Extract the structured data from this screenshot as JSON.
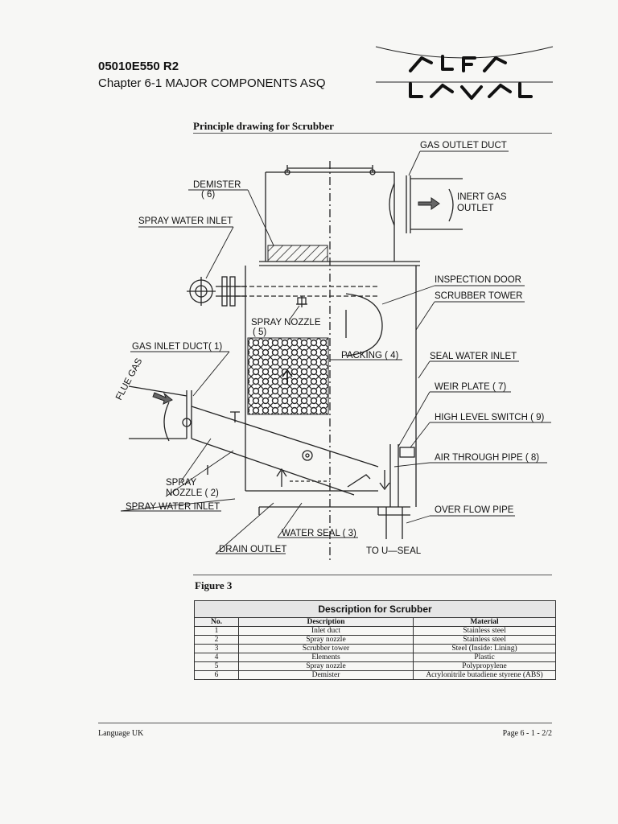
{
  "header": {
    "doc_id": "05010E550 R2",
    "chapter": "Chapter 6-1 MAJOR COMPONENTS ASQ",
    "logo_text": "ALFA LAVAL"
  },
  "drawing": {
    "title": "Principle drawing for Scrubber",
    "labels": {
      "gas_outlet_duct": "GAS OUTLET DUCT",
      "demister": "DEMISTER",
      "demister_no": "( 6)",
      "inert_gas": "INERT GAS",
      "outlet": "OUTLET",
      "spray_water_inlet_top": "SPRAY WATER INLET",
      "inspection_door": "INSPECTION DOOR",
      "scrubber_tower": "SCRUBBER TOWER",
      "spray_nozzle": "SPRAY NOZZLE",
      "spray_nozzle_no": "( 5)",
      "gas_inlet_duct": "GAS INLET DUCT( 1)",
      "packing": "PACKING ( 4)",
      "seal_water_inlet": "SEAL WATER INLET",
      "flue_gas": "FLUE GAS",
      "weir_plate": "WEIR PLATE ( 7)",
      "high_level_switch": "HIGH LEVEL SWITCH ( 9)",
      "air_through_pipe": "AIR THROUGH PIPE ( 8)",
      "spray": "SPRAY",
      "nozzle_2": "NOZZLE ( 2)",
      "spray_water_inlet_bottom": "SPRAY WATER INLET",
      "over_flow_pipe": "OVER FLOW PIPE",
      "water_seal": "WATER SEAL ( 3)",
      "drain_outlet": "DRAIN OUTLET",
      "to_u_seal": "TO U—SEAL"
    }
  },
  "figure_caption": "Figure 3",
  "table": {
    "title": "Description for Scrubber",
    "headers": [
      "No.",
      "Description",
      "Material"
    ],
    "rows": [
      [
        "1",
        "Inlet duct",
        "Stainless steel"
      ],
      [
        "2",
        "Spray nozzle",
        "Stainless steel"
      ],
      [
        "3",
        "Scrubber tower",
        "Steel (Inside: Lining)"
      ],
      [
        "4",
        "Elements",
        "Plastic"
      ],
      [
        "5",
        "Spray nozzle",
        "Polypropylene"
      ],
      [
        "6",
        "Demister",
        "Acrylonitrile butadiene styrene (ABS)"
      ]
    ]
  },
  "footer": {
    "language": "Language UK",
    "page": "Page 6 - 1 - 2/2"
  }
}
